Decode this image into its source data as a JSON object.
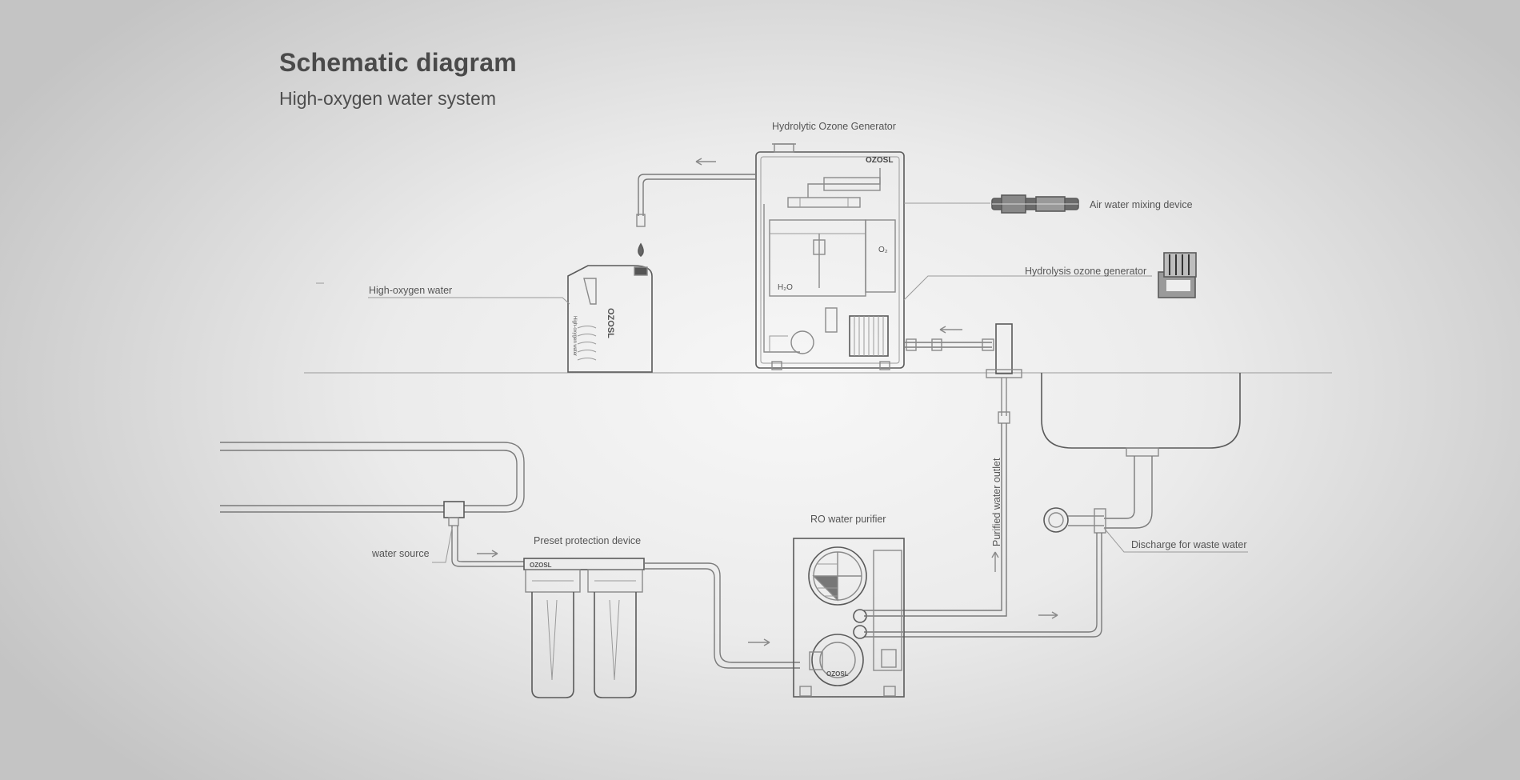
{
  "header": {
    "title": "Schematic diagram",
    "subtitle": "High-oxygen water system"
  },
  "labels": {
    "ozone_generator_top": "Hydrolytic Ozone Generator",
    "air_water_mixing": "Air water mixing device",
    "hydrolysis_generator": "Hydrolysis ozone generator",
    "high_oxygen_water": "High-oxygen water",
    "ro_purifier": "RO water purifier",
    "preset_protection": "Preset protection device",
    "water_source": "water source",
    "purified_outlet": "Purified water outlet",
    "discharge_waste": "Discharge for waste water"
  },
  "device_marks": {
    "brand": "OZOSL",
    "brand_bottle": "OZOSL",
    "h2o": "H₂O",
    "o2": "O₂",
    "bottle_text": "High-oxygen water"
  },
  "colors": {
    "line": "#8a8a8a",
    "text": "#555555",
    "background": "#e8e8e8"
  }
}
